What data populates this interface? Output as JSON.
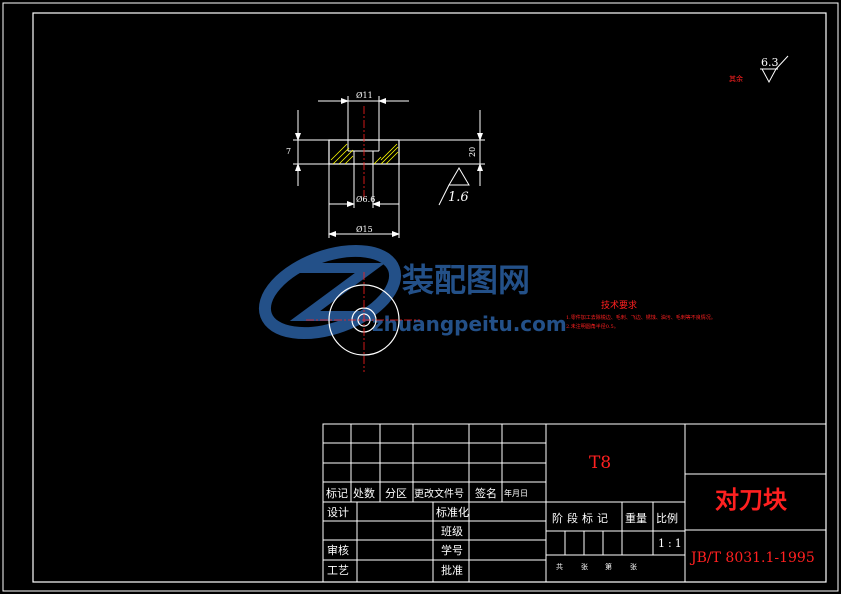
{
  "drawing": {
    "roughness_symbol": {
      "prefix": "其余",
      "value": "6.3"
    },
    "section_view": {
      "dim_top_diameter": "Ø11",
      "dim_inner_diameter": "Ø6.6",
      "dim_outer_diameter": "Ø15",
      "dim_height_left": "7",
      "dim_height_right": "20",
      "surface_roughness": "1.6"
    },
    "technical_requirements": {
      "title": "技术要求",
      "items": [
        "1.零件加工去除锐边、毛刺、飞边、锈蚀、油污、毛刺等不良情况。",
        "2.未注明圆角半径0.5。"
      ]
    },
    "watermark": {
      "brand": "装配图网",
      "url": "zhuangpeitu.com"
    }
  },
  "title_block": {
    "material": "T8",
    "part_name": "对刀块",
    "standard": "JB/T 8031.1-1995",
    "scale_value": "1:1",
    "revision_headers": [
      "标记",
      "处数",
      "分区",
      "更改文件号",
      "签名",
      "年月日"
    ],
    "rows": {
      "design": "设计",
      "standardize": "标准化",
      "review": "审核",
      "craft": "工艺",
      "class_label": "班级",
      "student_id": "学号",
      "approve": "批准"
    },
    "stage_headers": [
      "阶段标记",
      "重量",
      "比例"
    ],
    "sheet_info": [
      "共",
      "张",
      "第",
      "张"
    ]
  },
  "colors": {
    "background": "#000000",
    "line": "#ffffff",
    "accent_red": "#ff2020",
    "hatch_yellow": "#ffff00",
    "watermark_blue": "#2a5ea0"
  }
}
